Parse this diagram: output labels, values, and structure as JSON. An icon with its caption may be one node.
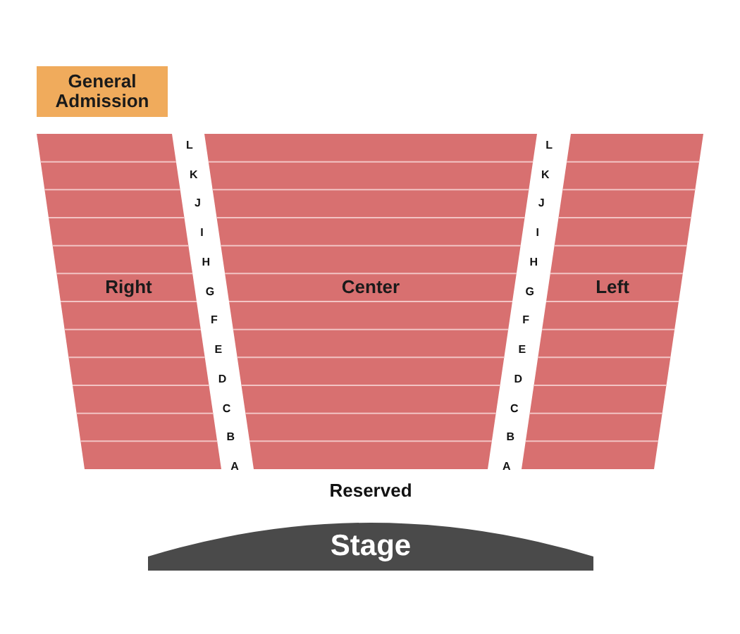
{
  "diagram": {
    "nodes": [
      {
        "text": [
          "General Admission"
        ]
      },
      {
        "text": [
          "Right"
        ]
      },
      {
        "text": [
          "Center"
        ]
      },
      {
        "text": [
          "Left"
        ]
      },
      {
        "text": [
          "Stage"
        ]
      }
    ],
    "labels": [
      "L",
      "L",
      "K",
      "K",
      "J",
      "J",
      "I",
      "I",
      "H",
      "H",
      "G",
      "G",
      "F",
      "F",
      "E",
      "E",
      "D",
      "D",
      "C",
      "C",
      "B",
      "B",
      "A",
      "A",
      "Reserved"
    ]
  }
}
